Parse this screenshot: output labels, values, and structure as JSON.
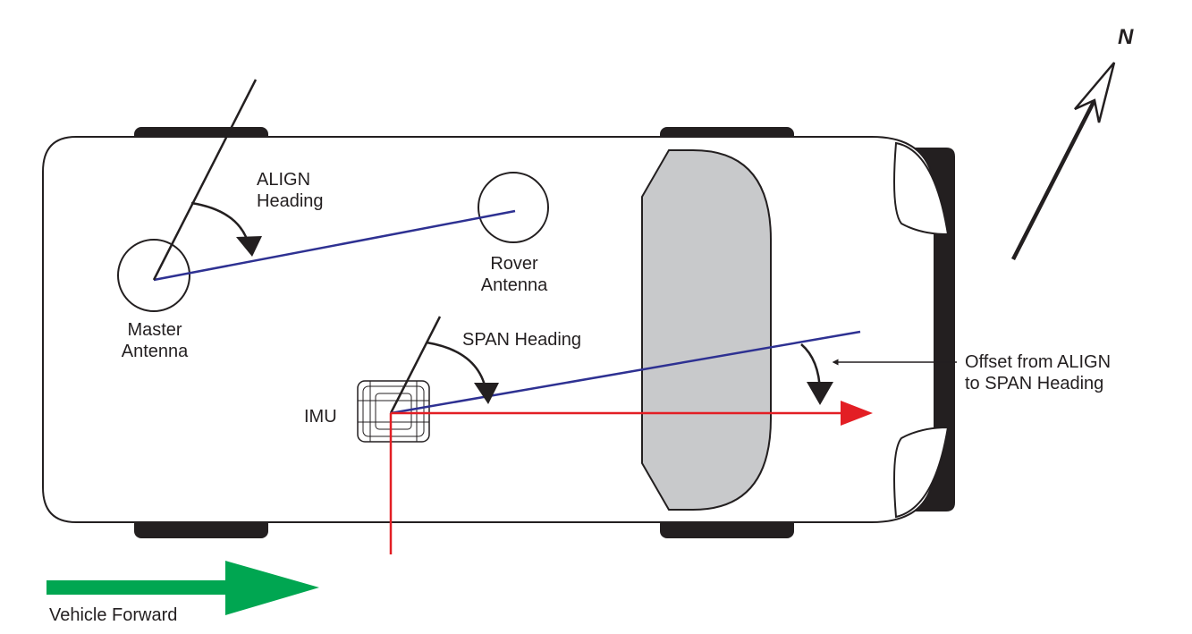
{
  "labels": {
    "north": "N",
    "align_heading": [
      "ALIGN",
      "Heading"
    ],
    "rover_antenna": [
      "Rover",
      "Antenna"
    ],
    "master_antenna": [
      "Master",
      "Antenna"
    ],
    "span_heading": "SPAN Heading",
    "imu": "IMU",
    "offset": [
      "Offset from ALIGN",
      "to SPAN Heading"
    ],
    "vehicle_forward": "Vehicle Forward"
  },
  "colors": {
    "outline": "#231f20",
    "baseline_blue": "#2e3192",
    "imu_axes_red": "#e31e24",
    "forward_arrow_green": "#00a651",
    "windshield_gray": "#c8c9cb",
    "tire_black": "#231f20"
  }
}
